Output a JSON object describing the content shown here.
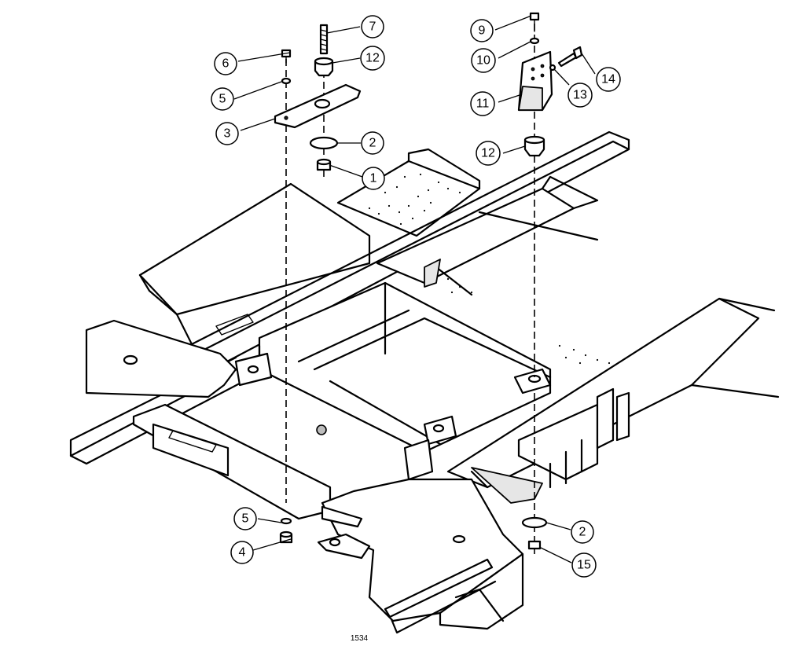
{
  "figure_number": "1534",
  "callouts": [
    {
      "id": "c1",
      "number": "1"
    },
    {
      "id": "c2a",
      "number": "2"
    },
    {
      "id": "c2b",
      "number": "2"
    },
    {
      "id": "c3",
      "number": "3"
    },
    {
      "id": "c4",
      "number": "4"
    },
    {
      "id": "c5a",
      "number": "5"
    },
    {
      "id": "c5b",
      "number": "5"
    },
    {
      "id": "c6",
      "number": "6"
    },
    {
      "id": "c7",
      "number": "7"
    },
    {
      "id": "c9",
      "number": "9"
    },
    {
      "id": "c10",
      "number": "10"
    },
    {
      "id": "c11",
      "number": "11"
    },
    {
      "id": "c12a",
      "number": "12"
    },
    {
      "id": "c12b",
      "number": "12"
    },
    {
      "id": "c13",
      "number": "13"
    },
    {
      "id": "c14",
      "number": "14"
    },
    {
      "id": "c15",
      "number": "15"
    }
  ]
}
